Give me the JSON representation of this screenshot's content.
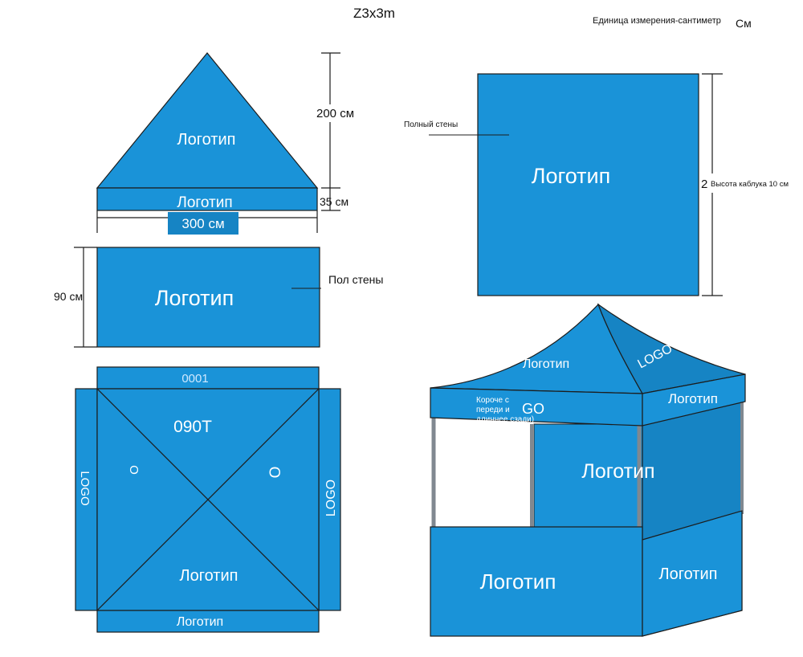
{
  "title": "Z3x3m",
  "unit_note": "Единица измерения-сантиметр",
  "unit_short": "См",
  "colors": {
    "fabric": "#1a93d8",
    "fabric_side": "#1684c4",
    "fabric_dark": "#0e6fae",
    "outline": "#1c1c1c",
    "white": "#ffffff",
    "frame": "#808890"
  },
  "roof_panel": {
    "logo_top": "Логотип",
    "logo_valance": "Логотип",
    "height_label": "200 см",
    "valance_label": "35 см",
    "width_label": "300 см"
  },
  "half_wall": {
    "logo": "Логотип",
    "height_label": "90 см",
    "callout": "Пол стены"
  },
  "full_wall": {
    "logo": "Логотип",
    "callout": "Полный стены",
    "height_label": "2",
    "height_note": "Высота каблука 10 см"
  },
  "top_view": {
    "valance_top": "0001",
    "triangle_top": "090T",
    "left_valance": "LOGO",
    "left_triangle": "O",
    "right_triangle": "O",
    "right_valance": "LOGO",
    "triangle_bottom": "Логотип",
    "valance_bottom": "Логотип"
  },
  "tent_3d": {
    "roof_front": "Логотип",
    "roof_right": "LOGO",
    "valance_front_note": "Короче с переди и длиннее сзади)",
    "valance_front_logo": "GO",
    "valance_right": "Логотип",
    "back_wall": "Логотип",
    "half_wall_front": "Логотип",
    "half_wall_right": "Логотип"
  }
}
